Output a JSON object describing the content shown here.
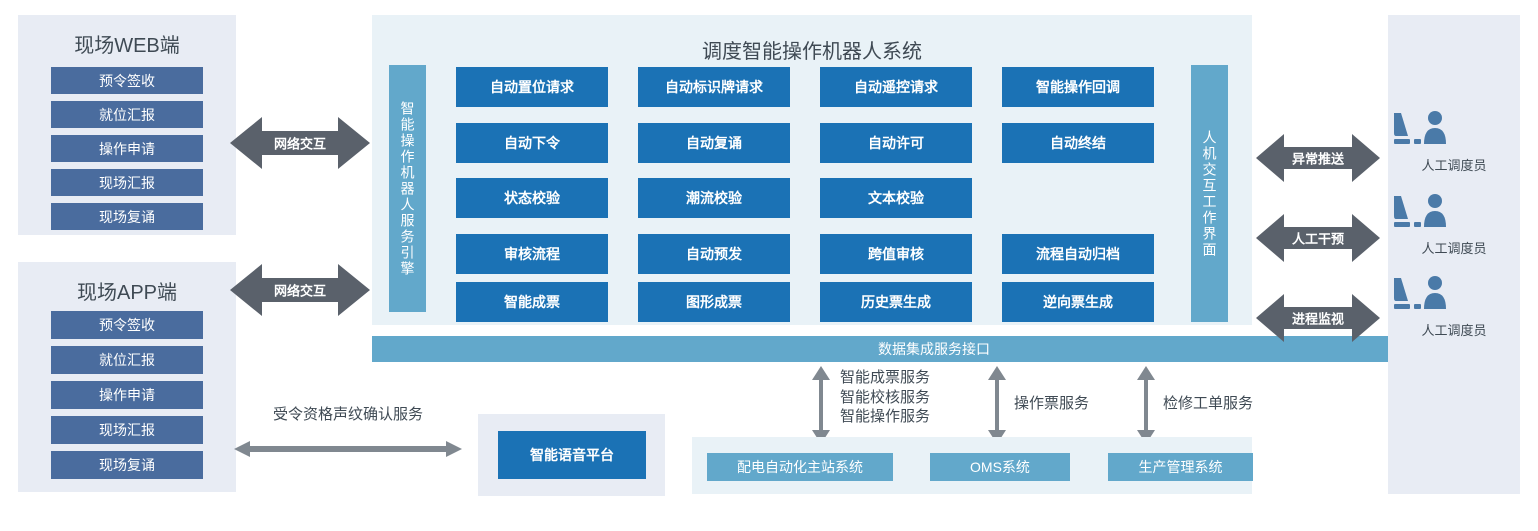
{
  "clients": [
    {
      "title": "现场WEB端",
      "items": [
        "预令签收",
        "就位汇报",
        "操作申请",
        "现场汇报",
        "现场复诵"
      ]
    },
    {
      "title": "现场APP端",
      "items": [
        "预令签收",
        "就位汇报",
        "操作申请",
        "现场汇报",
        "现场复诵"
      ]
    }
  ],
  "network_arrows": [
    {
      "label": "网络交互"
    },
    {
      "label": "网络交互"
    }
  ],
  "core": {
    "title": "调度智能操作机器人系统",
    "left_engine": "智能操作机器人服务引擎",
    "right_interface": "人机交互工作界面",
    "rows": [
      [
        "自动置位请求",
        "自动标识牌请求",
        "自动遥控请求",
        "智能操作回调"
      ],
      [
        "自动下令",
        "自动复诵",
        "自动许可",
        "自动终结"
      ],
      [
        "状态校验",
        "潮流校验",
        "文本校验"
      ],
      [
        "审核流程",
        "自动预发",
        "跨值审核",
        "流程自动归档"
      ],
      [
        "智能成票",
        "图形成票",
        "历史票生成",
        "逆向票生成"
      ]
    ]
  },
  "integration_bar": {
    "label": "数据集成服务接口"
  },
  "service_links": [
    {
      "label": "智能成票服务\n智能校核服务\n智能操作服务"
    },
    {
      "label": "操作票服务"
    },
    {
      "label": "检修工单服务"
    }
  ],
  "service_link_lines": {
    "first": [
      "智能成票服务",
      "智能校核服务",
      "智能操作服务"
    ],
    "second": [
      "操作票服务"
    ],
    "third": [
      "检修工单服务"
    ]
  },
  "bottom_systems": [
    "配电自动化主站系统",
    "OMS系统",
    "生产管理系统"
  ],
  "voice": {
    "service_label": "受令资格声纹确认服务",
    "platform_label": "智能语音平台"
  },
  "operator_arrows": [
    {
      "label": "异常推送"
    },
    {
      "label": "人工干预"
    },
    {
      "label": "进程监视"
    }
  ],
  "operators": [
    {
      "label": "人工调度员",
      "icon": "dispatcher-icon"
    },
    {
      "label": "人工调度员",
      "icon": "dispatcher-icon"
    },
    {
      "label": "人工调度员",
      "icon": "dispatcher-icon"
    }
  ],
  "colors": {
    "primary_blue": "#1b72b5",
    "teal": "#62a8cb",
    "slate_blue": "#4a6c9e",
    "panel_light": "#e8ecf4",
    "panel_core": "#e9f2f7",
    "arrow_gray": "#5a616b"
  }
}
